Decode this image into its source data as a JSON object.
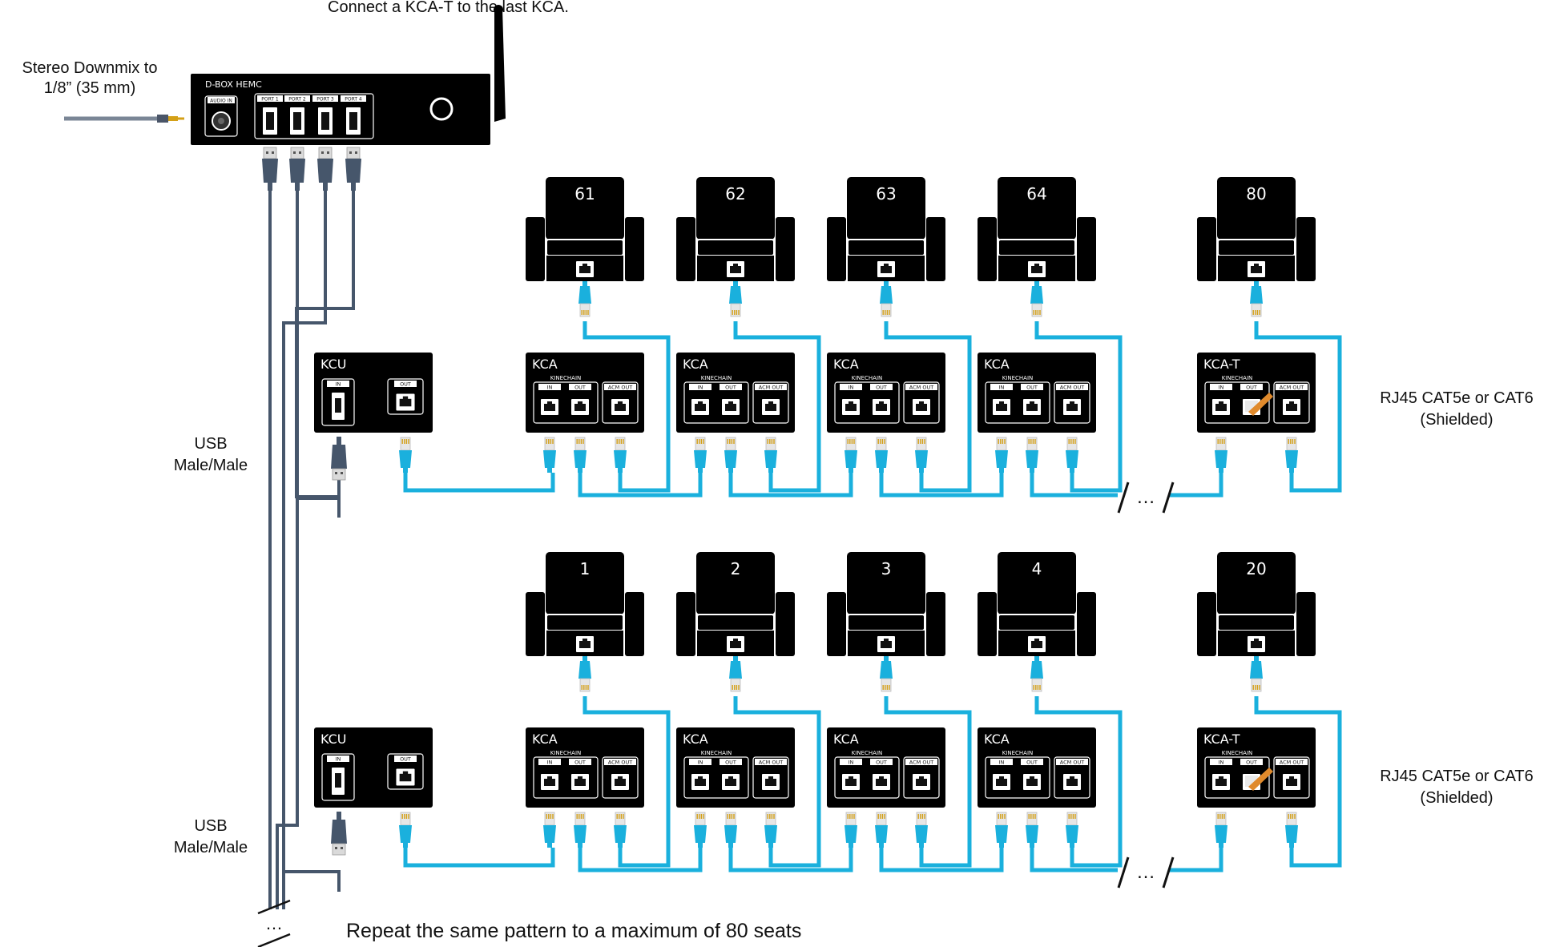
{
  "top_note": "Connect a KCA-T to the last KCA.",
  "audio_label": "Stereo Downmix to\n1/8” (35 mm)",
  "hub": {
    "name": "D-BOX HEMC",
    "audio_in": "AUDIO IN",
    "ports": [
      "PORT 1",
      "PORT 2",
      "PORT 3",
      "PORT 4"
    ]
  },
  "usb_label": "USB\nMale/Male",
  "cable_label": "RJ45 CAT5e or CAT6\n(Shielded)",
  "kcu": {
    "name": "KCU",
    "in": "IN",
    "out": "OUT"
  },
  "kca": {
    "name": "KCA",
    "kinechain": "KINECHAIN",
    "in": "IN",
    "out": "OUT",
    "acm_out": "ACM OUT"
  },
  "kca_t": {
    "name": "KCA-T"
  },
  "ellipsis": "/…/",
  "rows": [
    {
      "seats": [
        "61",
        "62",
        "63",
        "64",
        "80"
      ]
    },
    {
      "seats": [
        "1",
        "2",
        "3",
        "4",
        "20"
      ]
    }
  ],
  "vertical_ellipsis": "…",
  "footer_note": "Repeat the same pattern to a maximum of 80 seats",
  "colors": {
    "device": "#000000",
    "cable_rj45": "#1ab0dd",
    "cable_usb": "#46566b",
    "background": "#ffffff"
  },
  "icons": [
    "seat-icon",
    "rj45-port-icon",
    "usb-plug-icon",
    "rj45-plug-icon",
    "antenna-icon",
    "power-button-icon",
    "audio-jack-icon"
  ]
}
